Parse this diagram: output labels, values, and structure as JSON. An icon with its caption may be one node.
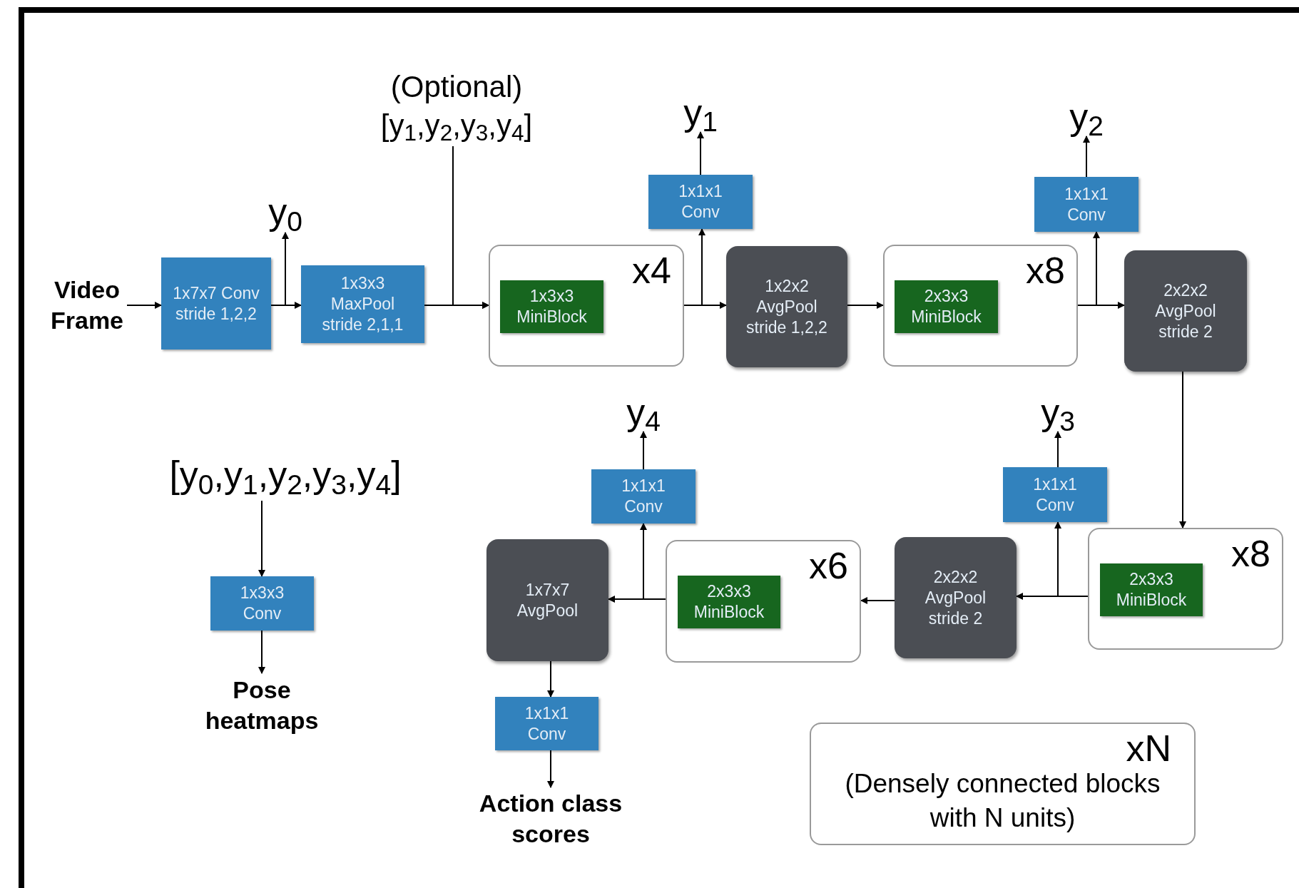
{
  "diagram": {
    "nodes": [
      {
        "text": [
          "Video Frame"
        ]
      },
      {
        "text": [
          "1x7x7 Conv stride 1,2,2"
        ]
      },
      {
        "text": [
          "y$_{0}$"
        ]
      },
      {
        "text": [
          "1x3x3 MaxPool stride 2,1,1"
        ]
      },
      {
        "text": [
          "(Optional)",
          "[y$_{1}$,y$_{2}$,y$_{3}$,y$_{4}$]"
        ]
      },
      {
        "text": [
          "x4"
        ]
      },
      {
        "text": [
          "1x3x3 MiniBlock"
        ],
        "in": 5
      },
      {
        "text": [
          "y$_{1}$"
        ]
      },
      {
        "text": [
          "1x1x1 Conv"
        ]
      },
      {
        "text": [
          "1x2x2 AvgPool stride 1,2,2"
        ]
      },
      {
        "text": [
          "y$_{2}$"
        ]
      },
      {
        "text": [
          "1x1x1 Conv"
        ]
      },
      {
        "text": [
          "x8"
        ]
      },
      {
        "text": [
          "2x3x3 MiniBlock"
        ],
        "in": 12
      },
      {
        "text": [
          "2x2x2 AvgPool stride 2"
        ]
      },
      {
        "text": [
          "y$_{4}$"
        ]
      },
      {
        "text": [
          "y$_{3}$"
        ]
      },
      {
        "text": [
          "[y$_{0}$,y$_{1}$,y$_{2}$,y$_{3}$,y$_{4}$]"
        ]
      },
      {
        "text": [
          "1x1x1 Conv"
        ]
      },
      {
        "text": [
          "1x1x1 Conv"
        ]
      },
      {
        "text": [
          "1x7x7 AvgPool"
        ]
      },
      {
        "text": [
          "x6"
        ]
      },
      {
        "text": [
          "2x3x3 MiniBlock"
        ],
        "in": 21
      },
      {
        "text": [
          "2x2x2 AvgPool stride 2"
        ]
      },
      {
        "text": [
          "x8"
        ]
      },
      {
        "text": [
          "2x3x3 MiniBlock"
        ],
        "in": 24
      },
      {
        "text": [
          "1x3x3 Conv"
        ]
      },
      {
        "text": [
          "Pose heatmaps"
        ]
      },
      {
        "text": [
          "1x1x1 Conv"
        ]
      },
      {
        "text": [
          "Action class scores"
        ]
      },
      {
        "text": [
          "xN",
          "(Densely connected blocks with N units)"
        ]
      }
    ],
    "edges": [
      {
        "from": 0,
        "to": 1,
        "arrow": "to"
      },
      {
        "from": 1,
        "to": 3,
        "arrow": "to"
      },
      {
        "from": 1,
        "to": 2,
        "arrow": "to"
      },
      {
        "from": 3,
        "to": 5,
        "arrow": "to"
      },
      {
        "from": 4,
        "to": 5,
        "arrow": "to"
      },
      {
        "from": 5,
        "to": 9,
        "arrow": "to"
      },
      {
        "from": 5,
        "to": 8,
        "arrow": "to"
      },
      {
        "from": 8,
        "to": 7,
        "arrow": "to"
      },
      {
        "from": 9,
        "to": 12,
        "arrow": "to"
      },
      {
        "from": 12,
        "to": 14,
        "arrow": "to"
      },
      {
        "from": 12,
        "to": 11,
        "arrow": "to"
      },
      {
        "from": 11,
        "to": 10,
        "arrow": "to"
      },
      {
        "from": 14,
        "to": 24,
        "arrow": "to"
      },
      {
        "from": 24,
        "to": 23,
        "arrow": "to"
      },
      {
        "from": 24,
        "to": 19,
        "arrow": "to"
      },
      {
        "from": 19,
        "to": 16,
        "arrow": "to"
      },
      {
        "from": 23,
        "to": 21,
        "arrow": "to"
      },
      {
        "from": 21,
        "to": 20,
        "arrow": "to"
      },
      {
        "from": 21,
        "to": 18,
        "arrow": "to"
      },
      {
        "from": 18,
        "to": 15,
        "arrow": "to"
      },
      {
        "from": 20,
        "to": 28,
        "arrow": "to"
      },
      {
        "from": 28,
        "to": 29,
        "arrow": "to"
      },
      {
        "from": 17,
        "to": 26,
        "arrow": "to"
      },
      {
        "from": 26,
        "to": 27,
        "arrow": "to"
      }
    ]
  }
}
